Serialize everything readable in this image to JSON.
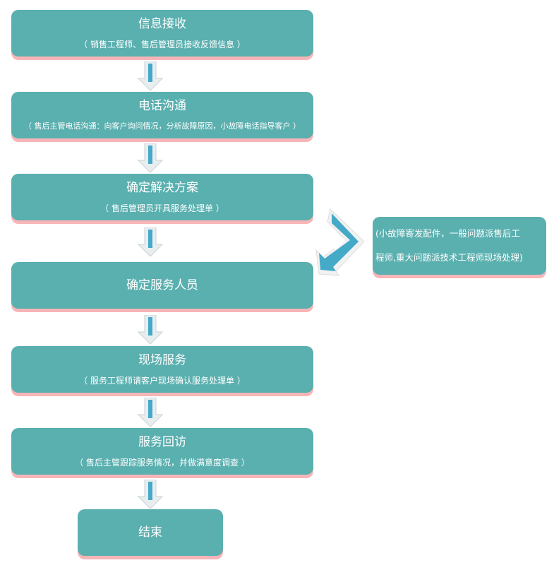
{
  "steps": [
    {
      "title": "信息接收",
      "sub": "（ 销售工程师、售后管理员接收反馈信息 ）"
    },
    {
      "title": "电话沟通",
      "sub": "（ 售后主管电话沟通：向客户询问情况，分析故障原因，小故障电话指导客户 ）"
    },
    {
      "title": "确定解决方案",
      "sub": "（ 售后管理员开具服务处理单 ）"
    },
    {
      "title": "确定服务人员"
    },
    {
      "title": "现场服务",
      "sub": "（ 服务工程师请客户现场确认服务处理单 ）"
    },
    {
      "title": "服务回访",
      "sub": "（ 售后主管跟踪服务情况，并做满意度调查 ）"
    },
    {
      "title": "结束"
    }
  ],
  "side_note": {
    "line1": "(小故障寄发配件，一般问题派售后工",
    "line2": "程师,重大问题派技术工程师现场处理)"
  },
  "colors": {
    "box": "#5aafaf",
    "shadow": "#f7b5b8",
    "arrow": "#45a9c8"
  }
}
